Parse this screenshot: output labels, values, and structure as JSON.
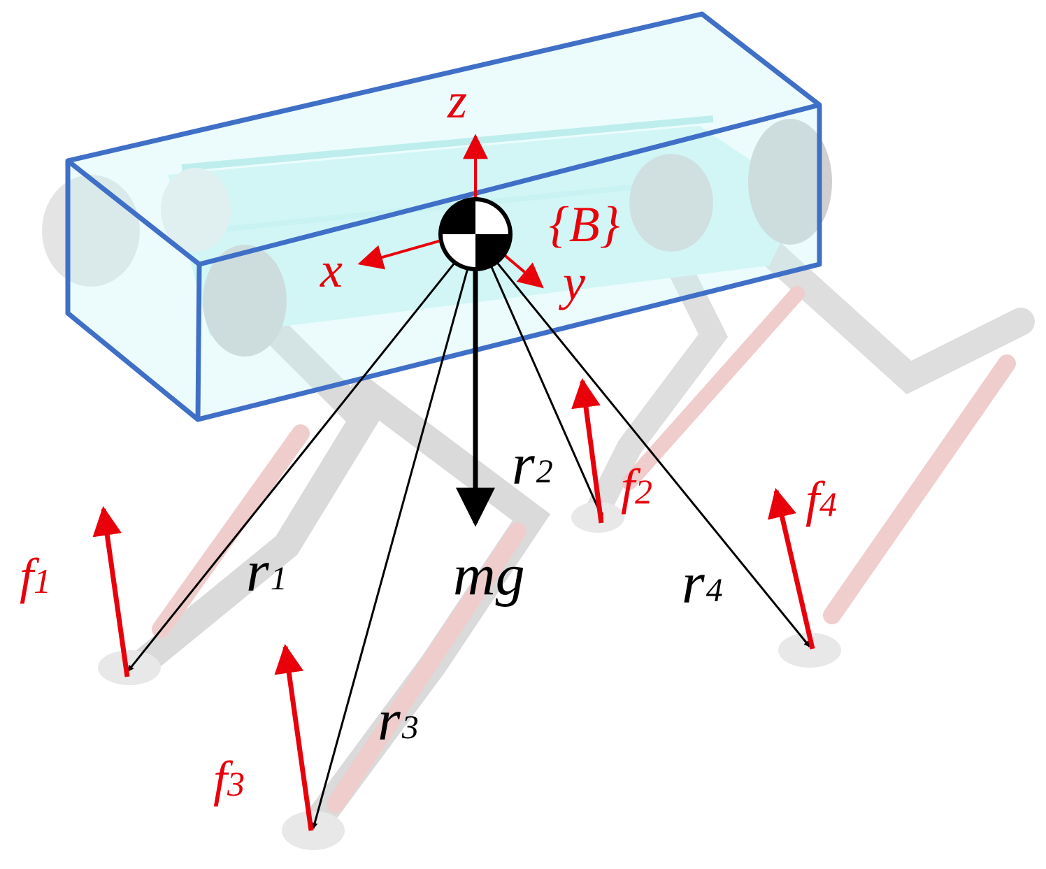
{
  "colors": {
    "box_edge": "#3f6fc6",
    "force": "#e8000b",
    "vector": "#000000",
    "body_fill": "#c9f4f4",
    "leg": "#d98a8a",
    "foot": "#dedede"
  },
  "frame": {
    "name": "{B}",
    "axes": {
      "x": "x",
      "y": "y",
      "z": "z"
    }
  },
  "gravity": {
    "label": "mg"
  },
  "position_vectors": [
    {
      "base": "r",
      "sub": "1"
    },
    {
      "base": "r",
      "sub": "2"
    },
    {
      "base": "r",
      "sub": "3"
    },
    {
      "base": "r",
      "sub": "4"
    }
  ],
  "forces": [
    {
      "base": "f",
      "sub": "1"
    },
    {
      "base": "f",
      "sub": "2"
    },
    {
      "base": "f",
      "sub": "3"
    },
    {
      "base": "f",
      "sub": "4"
    }
  ]
}
